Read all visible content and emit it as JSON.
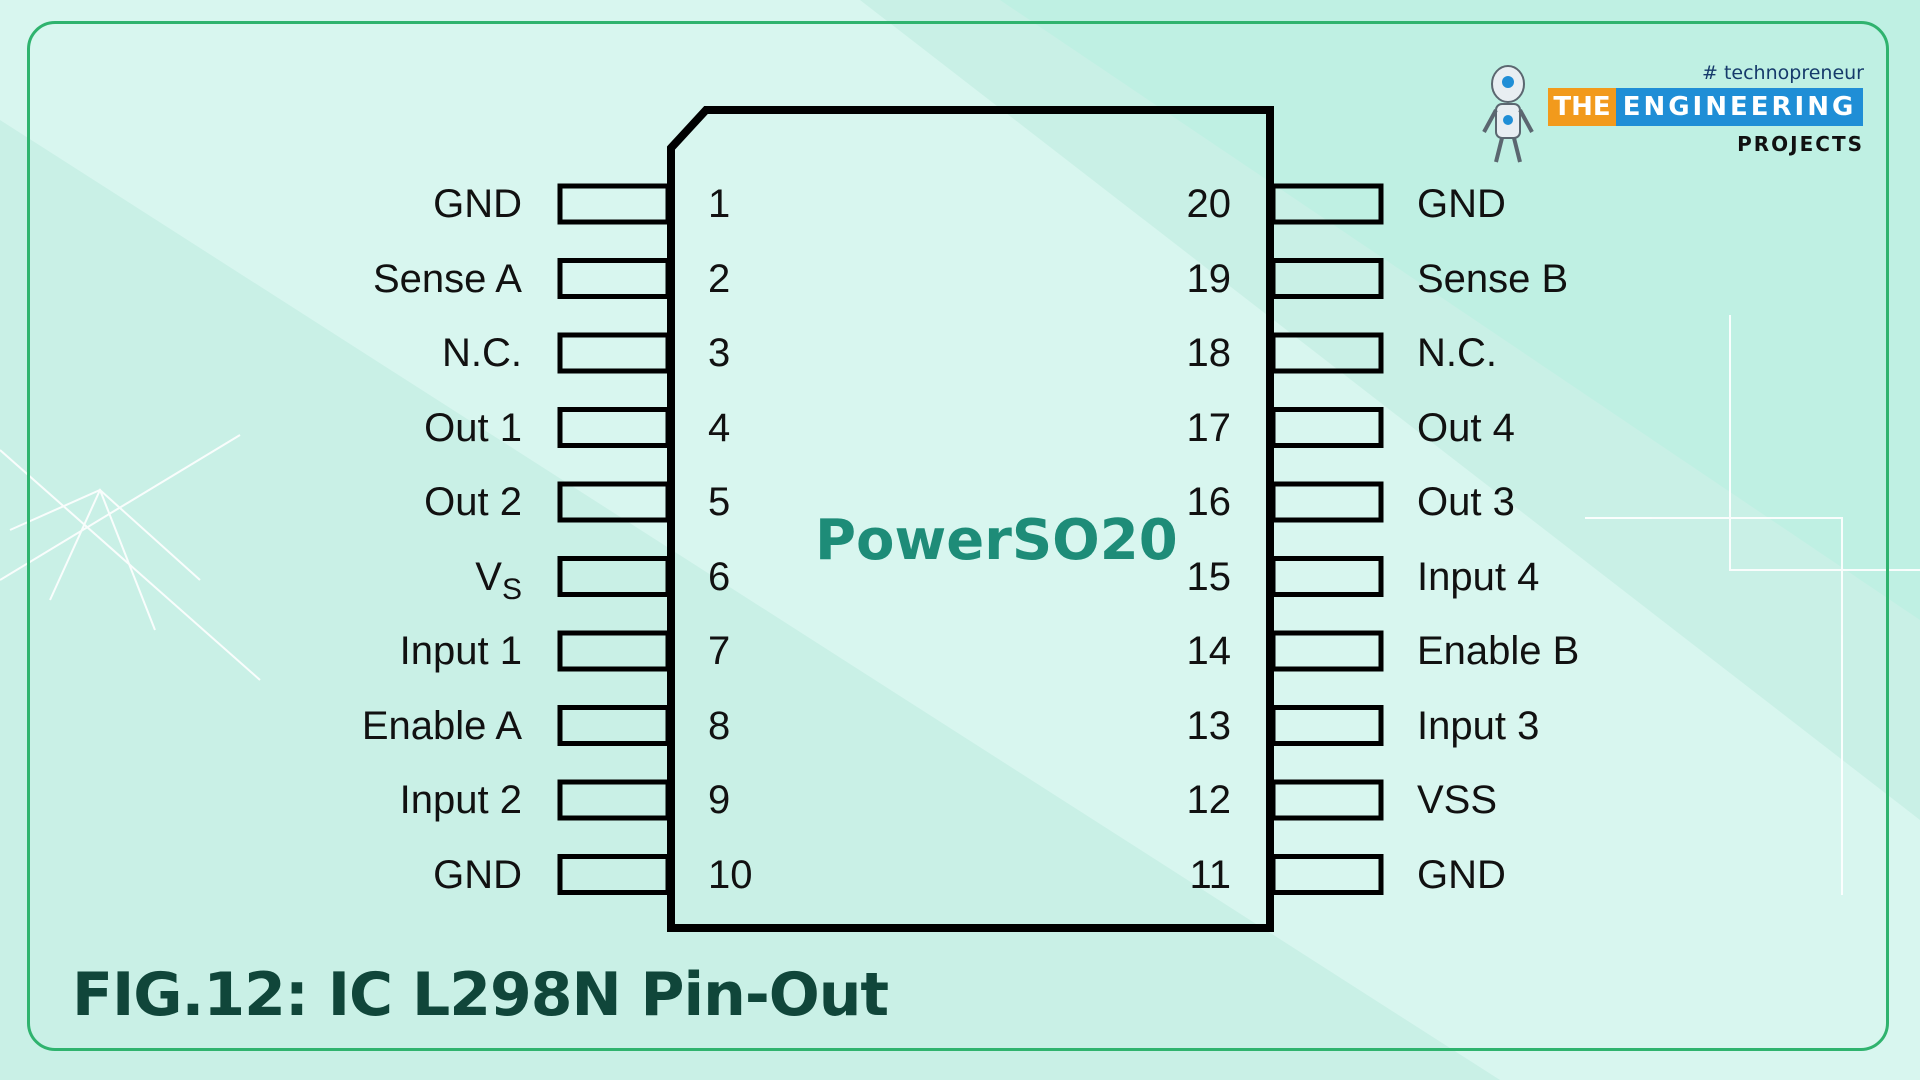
{
  "figure": {
    "caption": "FIG.12:  IC L298N Pin-Out",
    "package_name": "PowerSO20"
  },
  "logo": {
    "tagline": "# technopreneur",
    "word_the": "THE",
    "word_engineering": "ENGINEERING",
    "word_projects": "PROJECTS"
  },
  "pins_left": [
    {
      "num": "1",
      "label": "GND"
    },
    {
      "num": "2",
      "label": "Sense A"
    },
    {
      "num": "3",
      "label": "N.C."
    },
    {
      "num": "4",
      "label": "Out 1"
    },
    {
      "num": "5",
      "label": "Out 2"
    },
    {
      "num": "6",
      "label": "V",
      "sub": "S"
    },
    {
      "num": "7",
      "label": "Input 1"
    },
    {
      "num": "8",
      "label": "Enable A"
    },
    {
      "num": "9",
      "label": "Input 2"
    },
    {
      "num": "10",
      "label": "GND"
    }
  ],
  "pins_right": [
    {
      "num": "20",
      "label": "GND"
    },
    {
      "num": "19",
      "label": "Sense B"
    },
    {
      "num": "18",
      "label": "N.C."
    },
    {
      "num": "17",
      "label": "Out 4"
    },
    {
      "num": "16",
      "label": "Out 3"
    },
    {
      "num": "15",
      "label": "Input 4"
    },
    {
      "num": "14",
      "label": "Enable B"
    },
    {
      "num": "13",
      "label": "Input 3"
    },
    {
      "num": "12",
      "label": "VSS"
    },
    {
      "num": "11",
      "label": "GND"
    }
  ],
  "colors": {
    "background": "#c9f0e6",
    "frame": "#2fb36e",
    "package_text": "#1e8c78",
    "caption": "#10463a",
    "logo_orange": "#f29a1c",
    "logo_blue": "#1f8ed6"
  }
}
